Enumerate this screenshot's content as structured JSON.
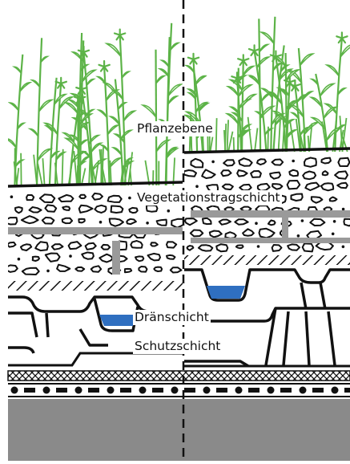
{
  "labels": {
    "plant": "Pflanzebene",
    "vegetation": "Vegetationstragschicht",
    "drainage": "Dränschicht",
    "protection": "Schutzschicht"
  },
  "colors": {
    "plant_green": "#5cb347",
    "water_blue": "#2f6fc0",
    "concrete_gray": "#8a8a8a",
    "outline": "#111111",
    "background": "#ffffff"
  },
  "icons": {
    "divider": "dashed-vertical-line"
  }
}
